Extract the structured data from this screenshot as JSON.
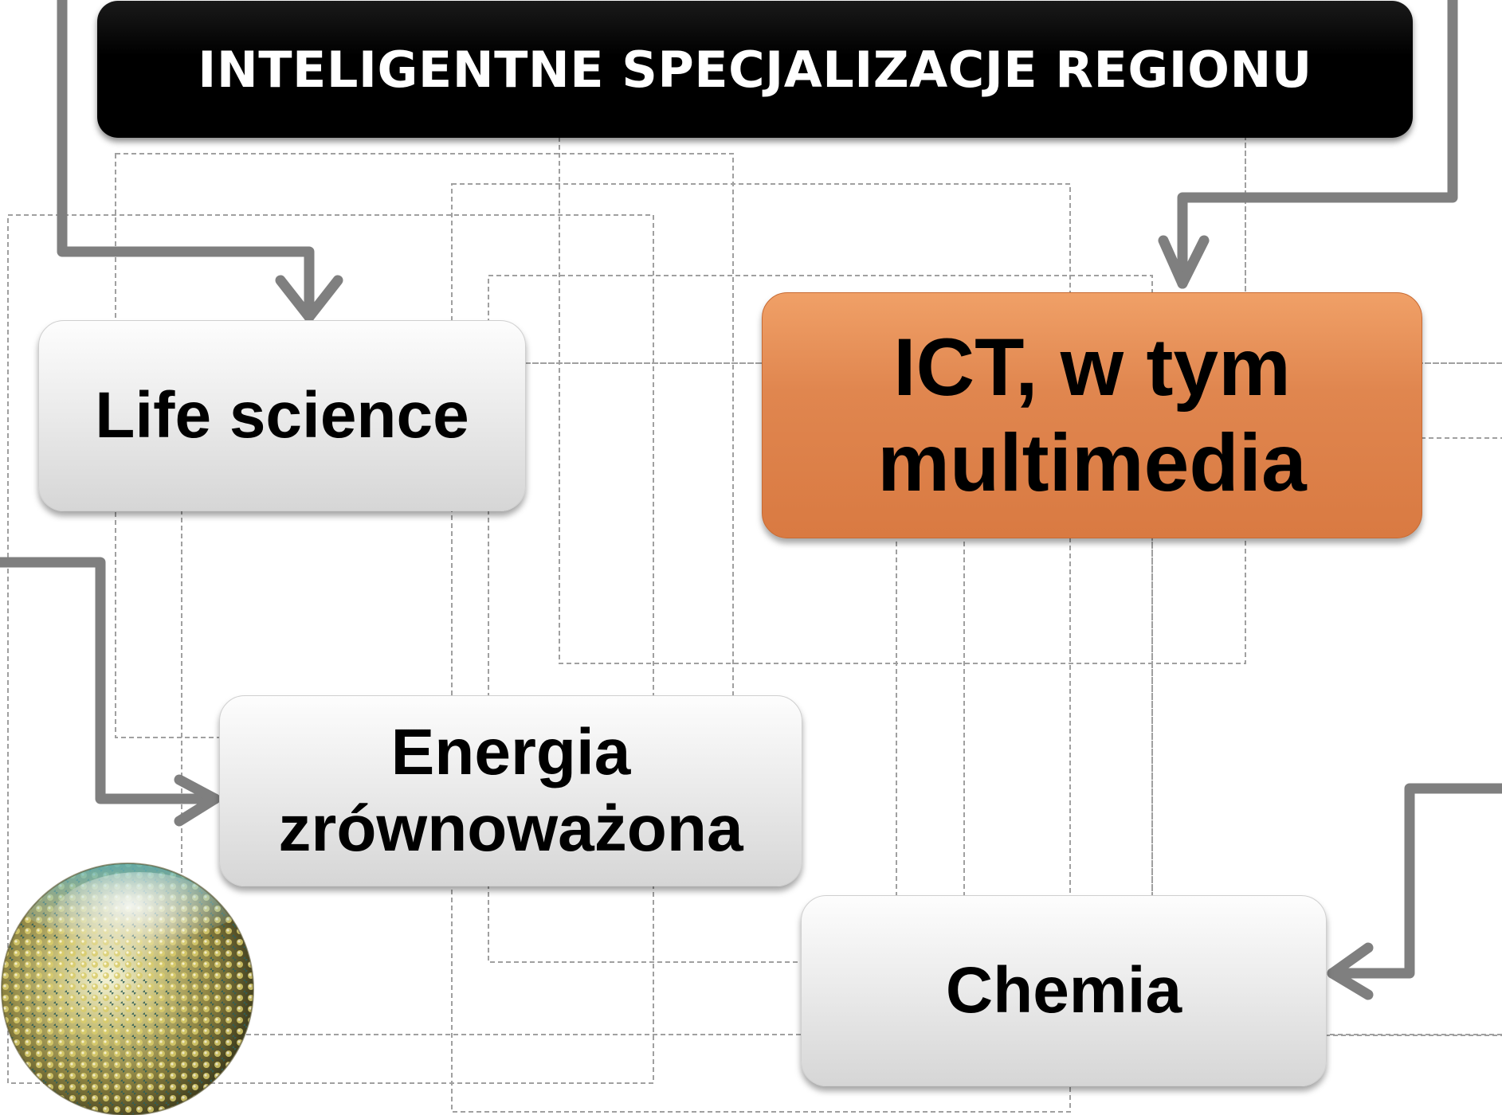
{
  "header": {
    "title": "INTELIGENTNE SPECJALIZACJE REGIONU"
  },
  "nodes": {
    "life_science": {
      "label": "Life science"
    },
    "ict": {
      "line1": "ICT, w tym",
      "line2": "multimedia"
    },
    "energy": {
      "line1": "Energia",
      "line2": "zrównoważona"
    },
    "chemistry": {
      "label": "Chemia"
    }
  },
  "colors": {
    "header_bg": "#000000",
    "highlight_node": "#e0864f",
    "default_node": "#e6e6e6",
    "connector": "#7f7f7f",
    "dashed_grid": "#a0a0a0"
  }
}
